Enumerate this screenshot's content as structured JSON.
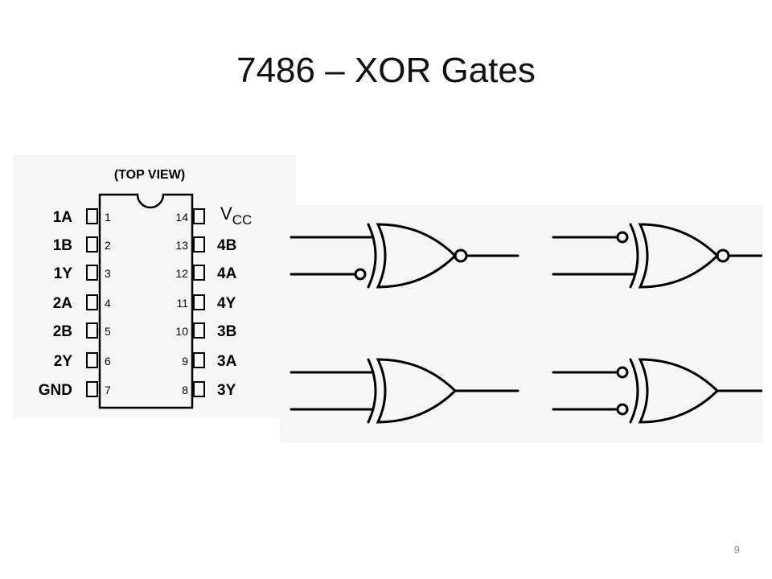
{
  "slide": {
    "title": "7486 – XOR Gates",
    "page_number": "9"
  },
  "pinout": {
    "view_label": "(TOP VIEW)",
    "vcc_main": "V",
    "vcc_sub": "CC",
    "left_pins": [
      {
        "label": "1A",
        "number": "1"
      },
      {
        "label": "1B",
        "number": "2"
      },
      {
        "label": "1Y",
        "number": "3"
      },
      {
        "label": "2A",
        "number": "4"
      },
      {
        "label": "2B",
        "number": "5"
      },
      {
        "label": "2Y",
        "number": "6"
      },
      {
        "label": "GND",
        "number": "7"
      }
    ],
    "right_pins": [
      {
        "label": "",
        "number": "14"
      },
      {
        "label": "4B",
        "number": "13"
      },
      {
        "label": "4A",
        "number": "12"
      },
      {
        "label": "4Y",
        "number": "11"
      },
      {
        "label": "3B",
        "number": "10"
      },
      {
        "label": "3A",
        "number": "9"
      },
      {
        "label": "3Y",
        "number": "8"
      }
    ]
  },
  "gates": [
    {
      "id": "gate-1",
      "input_bubbles": [
        "bottom"
      ],
      "output_bubble": true
    },
    {
      "id": "gate-2",
      "input_bubbles": [
        "top"
      ],
      "output_bubble": true
    },
    {
      "id": "gate-3",
      "input_bubbles": [],
      "output_bubble": false
    },
    {
      "id": "gate-4",
      "input_bubbles": [
        "top",
        "bottom"
      ],
      "output_bubble": false
    }
  ]
}
